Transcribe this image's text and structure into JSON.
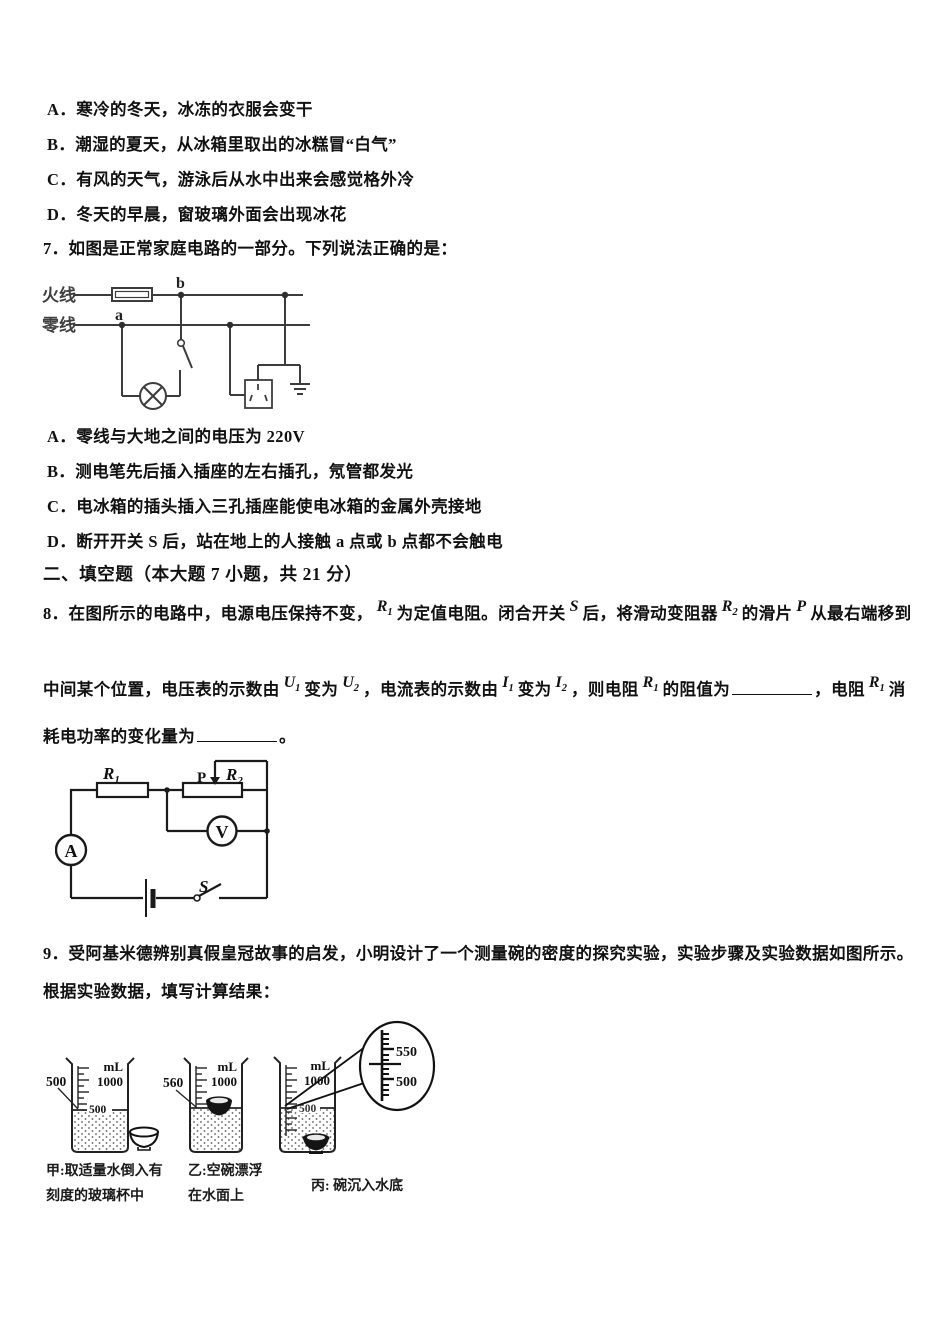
{
  "doc": {
    "q6": {
      "a": "A．寒冷的冬天，冰冻的衣服会变干",
      "b": "B．潮湿的夏天，从冰箱里取出的冰糕冒“白气”",
      "c": "C．有风的天气，游泳后从水中出来会感觉格外冷",
      "d": "D．冬天的早晨，窗玻璃外面会出现冰花"
    },
    "q7": {
      "stem": "7．如图是正常家庭电路的一部分。下列说法正确的是：",
      "a": "A．零线与大地之间的电压为 220V",
      "b": "B．测电笔先后插入插座的左右插孔，氖管都发光",
      "c": "C．电冰箱的插头插入三孔插座能使电冰箱的金属外壳接地",
      "d": "D．断开开关 S 后，站在地上的人接触 a 点或 b 点都不会触电",
      "diagram": {
        "live": "火线",
        "neutral": "零线",
        "a": "a",
        "b": "b"
      }
    },
    "section2": "二、填空题（本大题 7 小题，共 21 分）",
    "q8": {
      "l1s1": "8．在图所示的电路中，电源电压保持不变，",
      "r": "R",
      "sub1": "1",
      "sub2": "2",
      "l1s2": "为定值电阻。闭合开关",
      "s": "S",
      "l1s3": "后，将滑动变阻器",
      "l1s4": "的滑片",
      "p": "P",
      "l1s5": "从最右端移到",
      "l2s1": "中间某个位置，电压表的示数由",
      "u": "U",
      "l2s2": "变为",
      "l2s3": "，电流表的示数由",
      "i": "I",
      "l2s4": "变为",
      "l2s5": "，则电阻",
      "l2s6": "的阻值为",
      "l2s7": "，电阻",
      "l2s8": "消",
      "l3s1": "耗电功率的变化量为",
      "l3s2": "。",
      "diagram": {
        "r1": "R",
        "r1sub": "1",
        "r2": "R",
        "r2sub": "2",
        "p": "P",
        "s": "S",
        "v": "V",
        "a": "A"
      }
    },
    "q9": {
      "line1": "9．受阿基米德辨别真假皇冠故事的启发，小明设计了一个测量碗的密度的探究实验，实验步骤及实验数据如图所示。",
      "line2": "根据实验数据，填写计算结果：",
      "figure": {
        "jia": {
          "unit": "mL",
          "scale_top": "1000",
          "outside": "500",
          "level": "500",
          "cap1": "甲:取适量水倒入有",
          "cap2": "刻度的玻璃杯中"
        },
        "yi": {
          "unit": "mL",
          "scale_top": "1000",
          "outside": "560",
          "cap1": "乙:空碗漂浮",
          "cap2": "在水面上"
        },
        "bing": {
          "unit": "mL",
          "scale_top": "1000",
          "level": "500",
          "cap": "丙: 碗沉入水底"
        },
        "mag": {
          "upper": "550",
          "lower": "500"
        }
      }
    }
  }
}
